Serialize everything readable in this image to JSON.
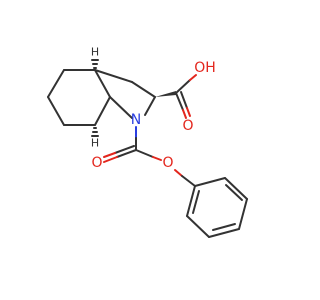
{
  "molecule": {
    "atom_labels": {
      "oh": "OH",
      "o_carbonyl_acid": "O",
      "n": "N",
      "o_carbonyl_ester": "O",
      "o_ester": "O",
      "h_top": "H",
      "h_bottom": "H"
    },
    "colors": {
      "bond": "#333333",
      "oxygen": "#e3261d",
      "nitrogen": "#2a3ee0",
      "hydrogen": "#333333"
    }
  }
}
